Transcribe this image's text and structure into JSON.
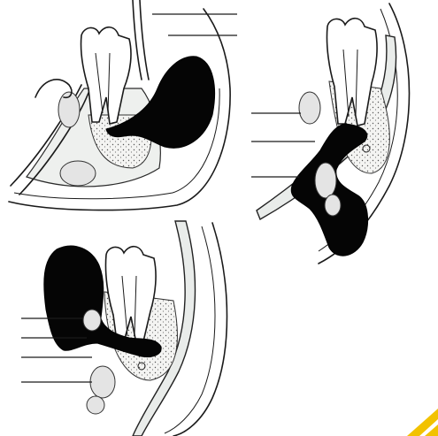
{
  "panels": [
    {
      "id": "panel-top-left",
      "leader_count": 2
    },
    {
      "id": "panel-top-right",
      "leader_count": 3
    },
    {
      "id": "panel-bottom-left",
      "leader_count": 4
    }
  ],
  "colors": {
    "abscess": "#050505",
    "bone": "#eef0ee",
    "tooth": "#ffffff",
    "corner_accent": "#f2c200"
  },
  "icons": {
    "corner": "yellow-corner-chevron-icon"
  }
}
